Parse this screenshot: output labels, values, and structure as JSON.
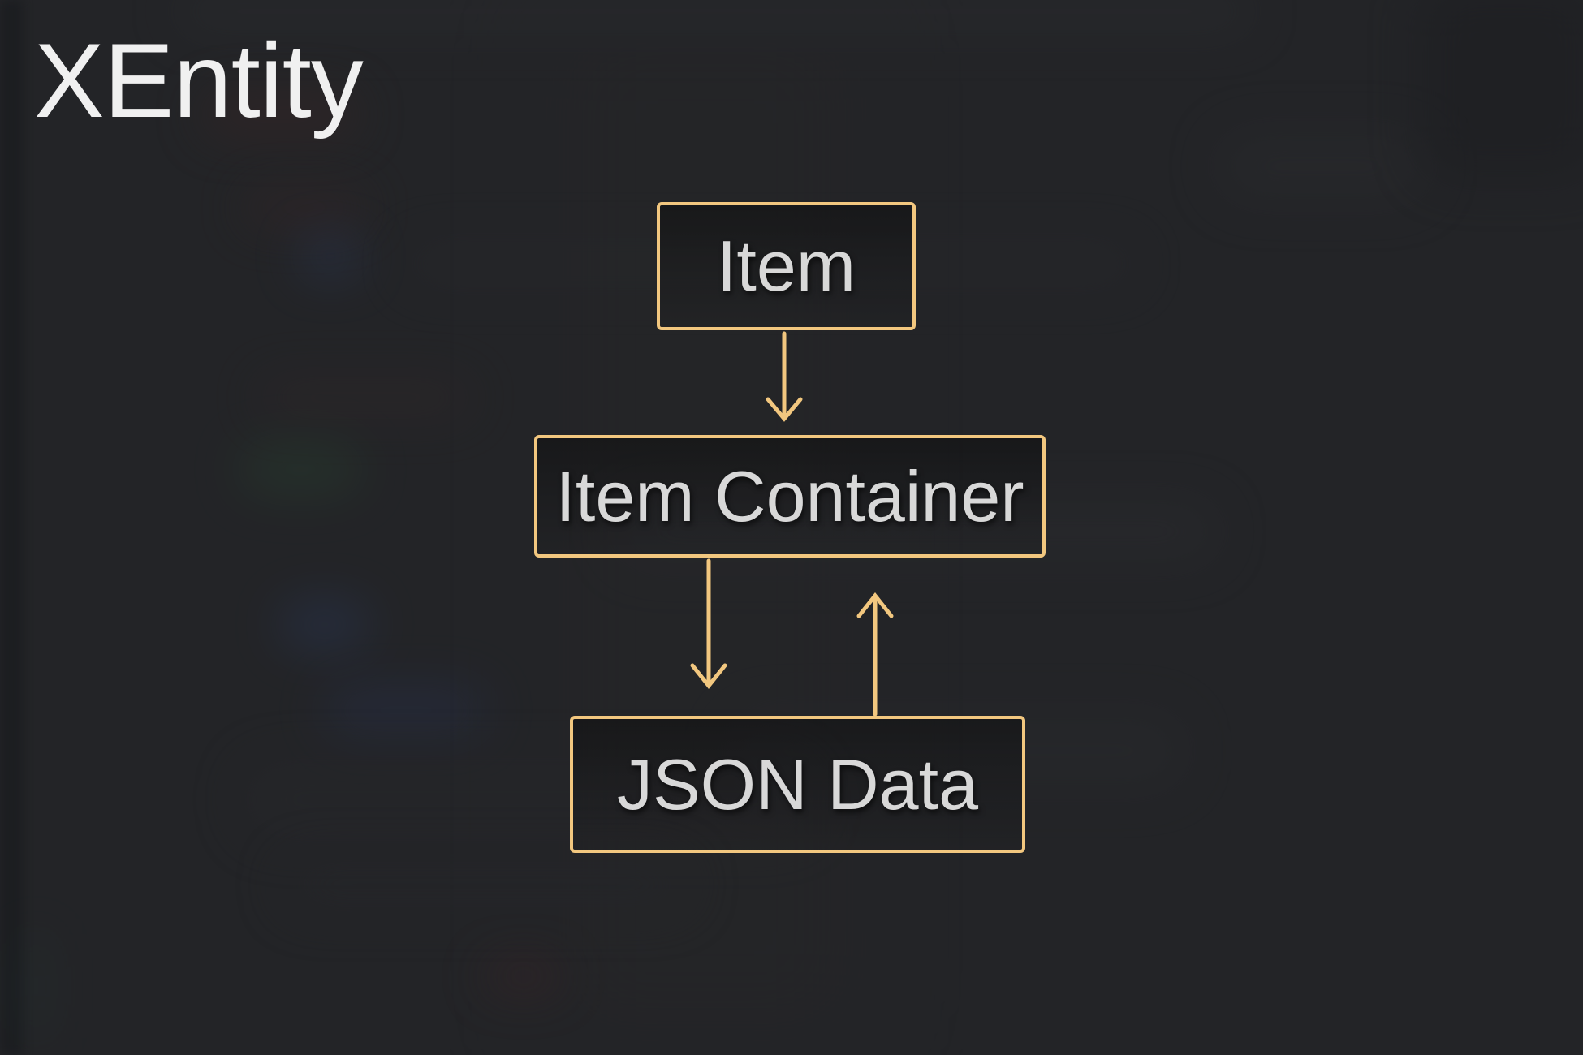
{
  "title": "XEntity",
  "diagram": {
    "nodes": [
      {
        "id": "item",
        "label": "Item"
      },
      {
        "id": "item-container",
        "label": "Item Container"
      },
      {
        "id": "json-data",
        "label": "JSON Data"
      }
    ],
    "edges": [
      {
        "from": "item",
        "to": "item-container",
        "direction": "down"
      },
      {
        "from": "item-container",
        "to": "json-data",
        "direction": "down"
      },
      {
        "from": "json-data",
        "to": "item-container",
        "direction": "up"
      }
    ],
    "colors": {
      "background": "#232427",
      "box_border": "#f2c77f",
      "box_fill": "#1e1e1f",
      "label": "#d8d8d8",
      "title": "#f0f0f0"
    }
  }
}
